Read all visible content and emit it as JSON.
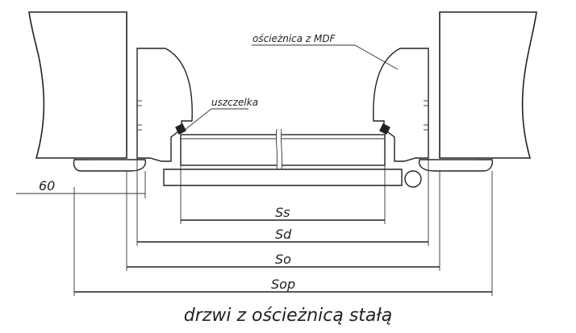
{
  "labels": {
    "frame_material": "ościeżnica z MDF",
    "seal": "uszczelka",
    "offset": "60",
    "dim_ss": "Ss",
    "dim_sd": "Sd",
    "dim_so": "So",
    "dim_sop": "Sop",
    "caption": "drzwi z ościeżnicą stałą"
  }
}
